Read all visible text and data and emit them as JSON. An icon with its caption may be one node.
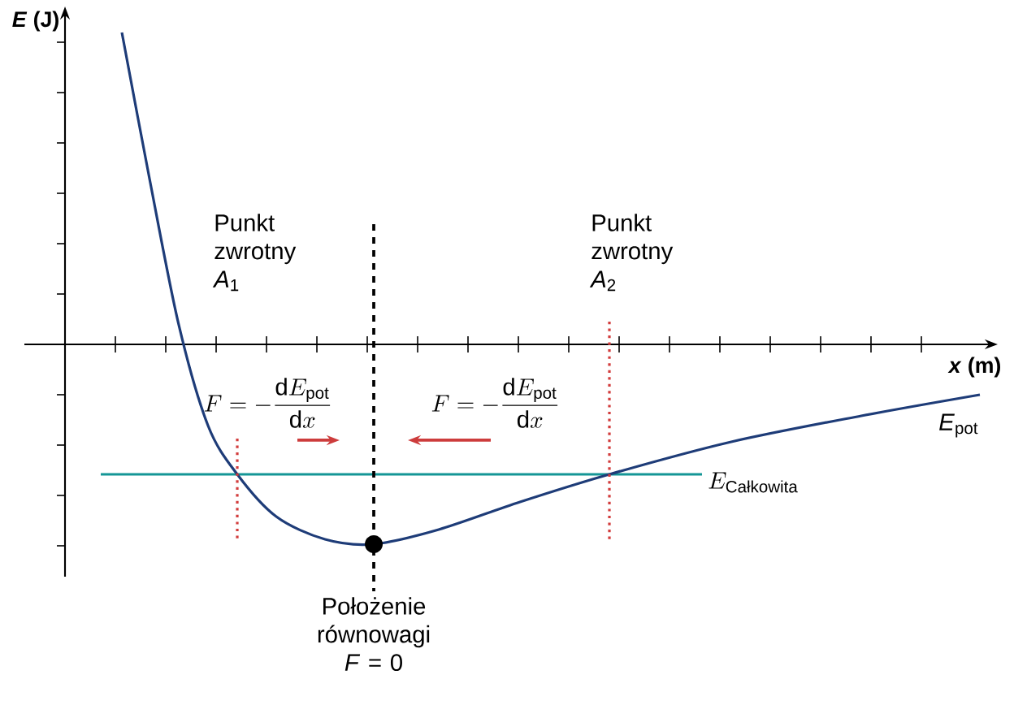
{
  "diagram": {
    "labels": [
      "*E* (J)",
      "*x* (m)",
      "*E*$_{pot}$",
      "E_{\\text{Całkowita}}",
      "Punkt zwrotny *A*$_{1}$",
      "Punkt zwrotny *A*$_{2}$",
      "F = -\\frac{\\mathrm{d}E_{\\mathrm{pot}}}{\\mathrm{d}x}",
      "F = -\\frac{\\mathrm{d}E_{\\mathrm{pot}}}{\\mathrm{d}x}",
      "Położenie równowagi *F* = 0"
    ]
  }
}
